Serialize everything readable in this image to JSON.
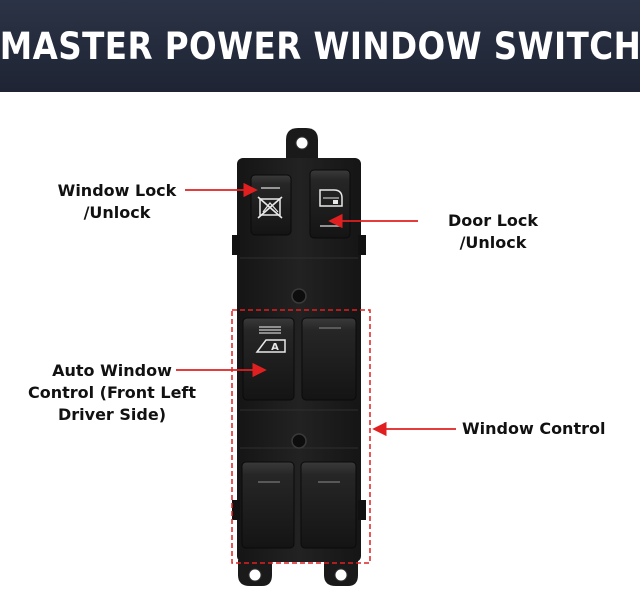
{
  "banner": {
    "title": "MASTER POWER WINDOW SWITCH"
  },
  "callouts": {
    "window_lock": {
      "line1": "Window Lock",
      "line2": "/Unlock"
    },
    "door_lock": {
      "line1": "Door Lock",
      "line2": "/Unlock"
    },
    "auto_window": {
      "line1": "Auto Window",
      "line2": "Control (Front Left",
      "line3": "Driver Side)"
    },
    "window_control": {
      "line1": "Window Control"
    }
  },
  "button_glyphs": {
    "auto_button_letter": "A"
  },
  "colors": {
    "banner": "#232a3b",
    "arrow": "#e02020",
    "switch_body": "#1c1c1c",
    "text": "#111111"
  },
  "icons": [
    "window-lock-icon",
    "door-lock-icon",
    "auto-window-icon"
  ]
}
